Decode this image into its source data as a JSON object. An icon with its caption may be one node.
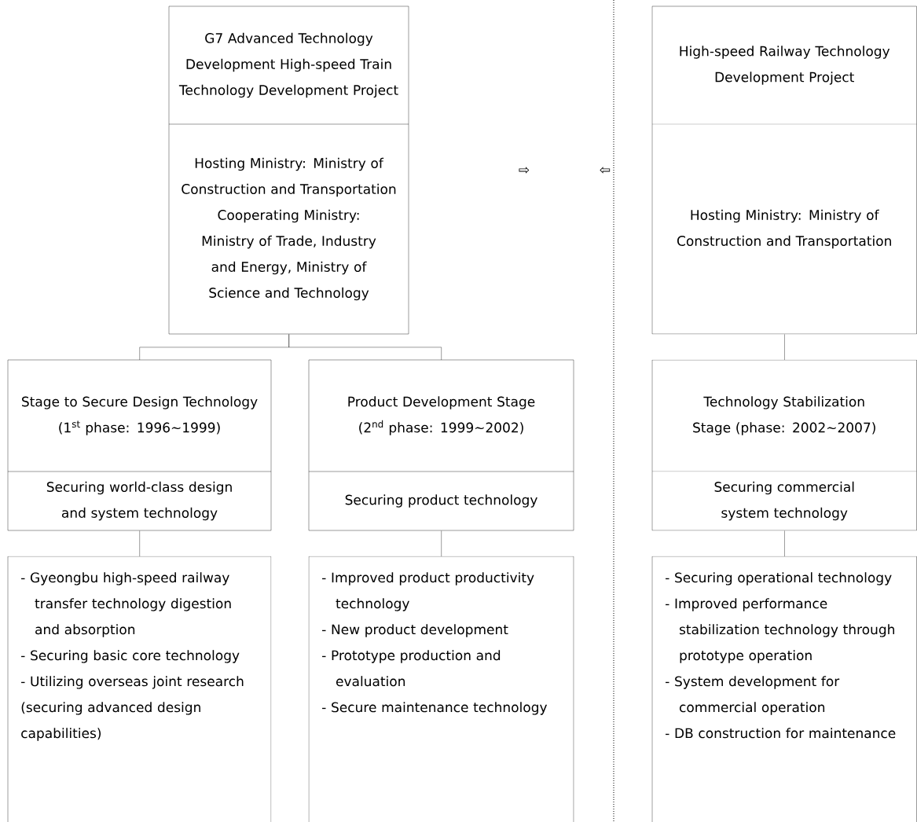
{
  "diagram": {
    "nodes": [
      {
        "text": [
          "G7 Advanced Technology Development High-speed Train Technology Development Project",
          "Hosting Ministry: Ministry of Construction and Transportation Cooperating Ministry: Ministry of Trade, Industry and Energy, Ministry of Science and Technology"
        ]
      },
      {
        "text": [
          "Stage to Secure Design Technology (1$^{st}$ phase: 1996~1999)",
          "Securing world-class design and system technology"
        ]
      },
      {
        "text": [
          "Product Development Stage (2$^{nd}$ phase: 1999~2002)",
          "Securing product technology"
        ]
      },
      {
        "text": [
          "- Gyeongbu high-speed railway transfer technology digestion and absorption",
          "- Securing basic core technology",
          "- Utilizing overseas joint research (securing advanced design capabilities)"
        ]
      },
      {
        "text": [
          "- Improved product productivity technology",
          "- New product development",
          "- Prototype production and evaluation",
          "- Secure maintenance technology"
        ]
      },
      {
        "text": [
          "High-speed Railway Technology Development Project",
          "Hosting Ministry: Ministry of Construction and Transportation"
        ]
      },
      {
        "text": [
          "Technology Stabilization Stage (phase: 2002~2007)",
          "Securing commercial system technology"
        ]
      },
      {
        "text": [
          "- Securing operational technology",
          "- Improved performance stabilization technology through prototype operation",
          "- System development for commercial operation",
          "- DB construction for maintenance"
        ]
      }
    ],
    "edges": [
      {
        "from": 0,
        "to": 1,
        "arrow": "none"
      },
      {
        "from": 0,
        "to": 2,
        "arrow": "none"
      },
      {
        "from": 1,
        "to": 3,
        "arrow": "none"
      },
      {
        "from": 2,
        "to": 4,
        "arrow": "none"
      },
      {
        "from": 5,
        "to": 6,
        "arrow": "none"
      },
      {
        "from": 6,
        "to": 7,
        "arrow": "none"
      }
    ],
    "labels": [
      "⇨",
      "⇦"
    ]
  }
}
